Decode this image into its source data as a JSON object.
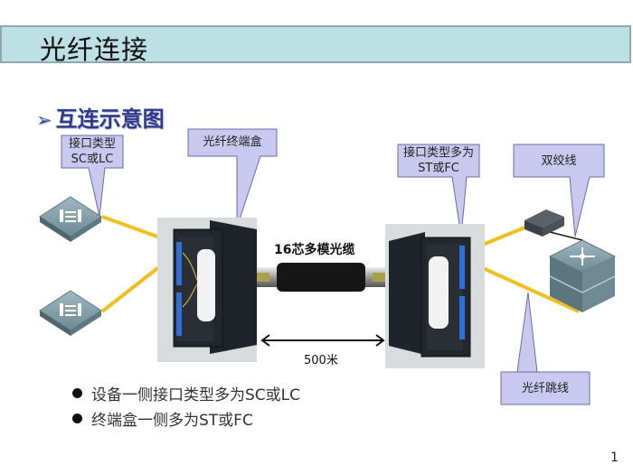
{
  "title": "光纤连接",
  "subtitle": {
    "bullet_icon": "arrow-bullet-icon",
    "text": "互连示意图"
  },
  "callouts": {
    "device_interface": {
      "line1": "接口类型",
      "line2": "SC或LC"
    },
    "terminal_box": {
      "line1": "光纤终端盒"
    },
    "box_interface": {
      "line1": "接口类型多为",
      "line2": "ST或FC"
    },
    "twisted_pair": {
      "line1": "双绞线"
    },
    "patch_cord": {
      "line1": "光纤跳线"
    }
  },
  "cable_label": "16芯多模光缆",
  "distance_label": "500米",
  "bullets": [
    "设备一侧接口类型多为SC或LC",
    "终端盒一侧多为ST或FC"
  ],
  "page_number": "1",
  "colors": {
    "title_bg": "#bce0e4",
    "callout_fill": "#c9c9ef",
    "callout_border": "#6b6ba8",
    "fiber_yellow": "#f0c020",
    "port_blue": "#2f6fd6",
    "box_black": "#22272e",
    "switch_gray": "#7d98a2"
  }
}
